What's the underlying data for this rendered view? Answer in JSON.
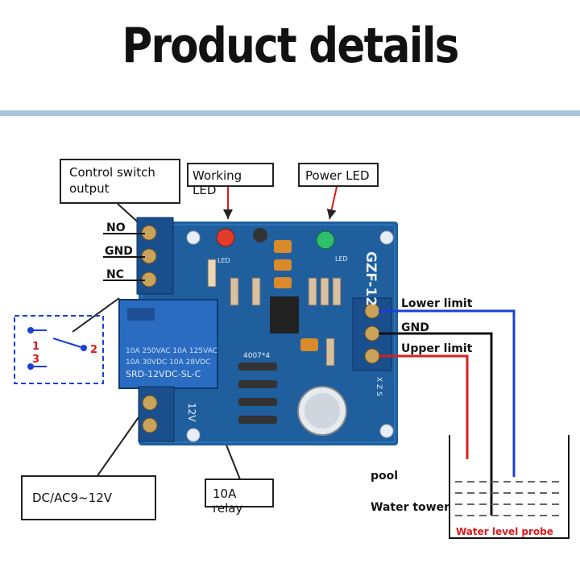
{
  "title": "Product details",
  "callouts": {
    "control_switch": "Control switch output",
    "working_led": "Working LED",
    "power_led": "Power LED",
    "supply": "DC/AC9~12V",
    "relay": "10A relay"
  },
  "terminals_left": {
    "no": "NO",
    "gnd": "GND",
    "nc": "NC"
  },
  "terminals_right": {
    "lower": "Lower limit",
    "gnd": "GND",
    "upper": "Upper limit"
  },
  "switch_pins": {
    "p1": "1",
    "p2": "2",
    "p3": "3"
  },
  "board": {
    "model": "GZF-12",
    "relay_line1": "10A 250VAC  10A 125VAC",
    "relay_line2": "10A 30VDC  10A 28VDC",
    "relay_model": "SRD-12VDC-SL-C",
    "diode_label": "4007*4",
    "supply_mark": "12V",
    "led_mark": "LED",
    "xzs": "X Z S"
  },
  "tank": {
    "pool": "pool",
    "water_tower": "Water tower",
    "probe": "Water level probe"
  },
  "colors": {
    "board": "#1f5f9e",
    "rule": "#a8c4dc",
    "wire_blue": "#1a3fd6",
    "wire_red": "#d62020",
    "wire_black": "#111111"
  }
}
